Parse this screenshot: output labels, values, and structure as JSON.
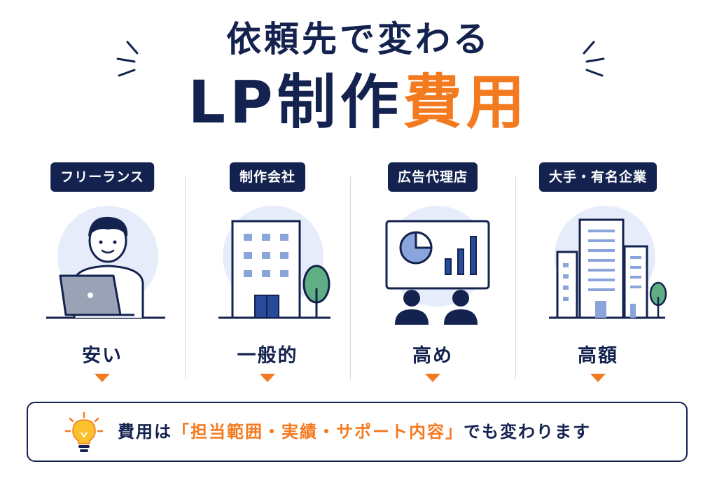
{
  "title": {
    "line1": "依頼先で変わる",
    "line2_main": "LP制作",
    "line2_highlight": "費用"
  },
  "colors": {
    "navy": "#13224f",
    "orange": "#f47a20",
    "light_blue_circle": "#e6ecfa",
    "icon_blue": "#8aa5dc",
    "tree_green": "#5fae84"
  },
  "categories": [
    {
      "label": "フリーランス",
      "cost": "安い",
      "icon": "person-laptop-icon"
    },
    {
      "label": "制作会社",
      "cost": "一般的",
      "icon": "office-building-icon"
    },
    {
      "label": "広告代理店",
      "cost": "高め",
      "icon": "presentation-board-icon"
    },
    {
      "label": "大手・有名企業",
      "cost": "高額",
      "icon": "city-buildings-icon"
    }
  ],
  "note": {
    "icon": "lightbulb-icon",
    "prefix": "費用は",
    "open_bracket": "「",
    "highlight": "担当範囲・実績・サポート内容",
    "close_bracket": "」",
    "suffix": "でも変わります"
  }
}
